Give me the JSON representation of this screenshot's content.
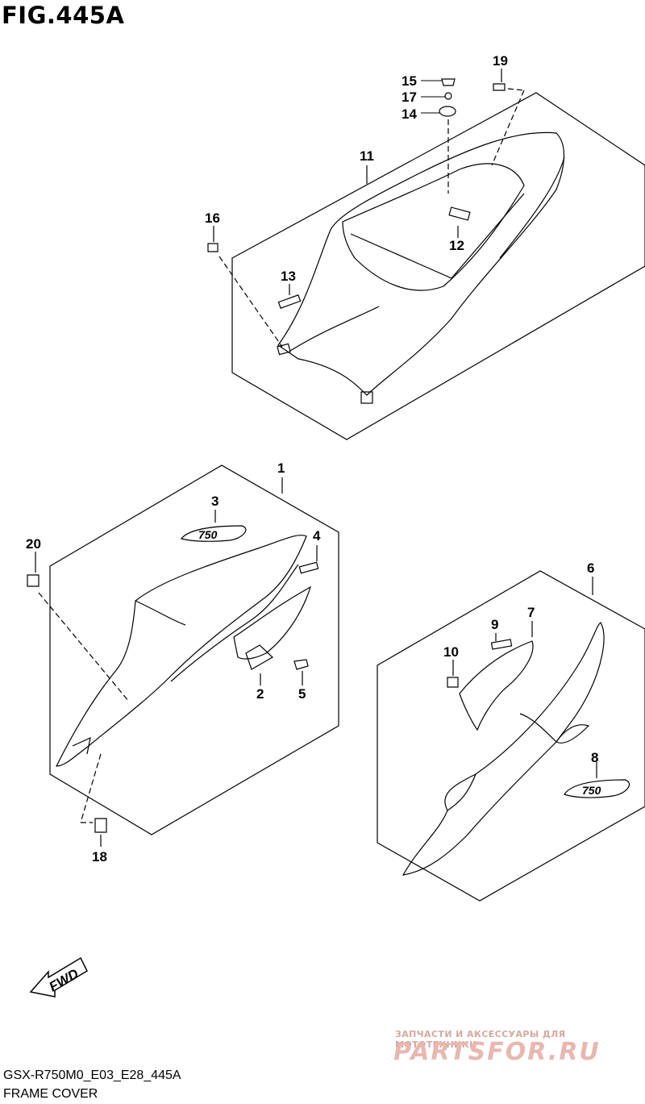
{
  "figure": {
    "title": "FIG.445A",
    "code": "GSX-R750M0_E03_E28_445A",
    "subtitle": "FRAME COVER"
  },
  "callouts": [
    "1",
    "2",
    "3",
    "4",
    "5",
    "6",
    "7",
    "8",
    "9",
    "10",
    "11",
    "12",
    "13",
    "14",
    "15",
    "16",
    "17",
    "18",
    "19",
    "20"
  ],
  "fwd_label": "FWD",
  "emblem_text": "750",
  "watermark": {
    "line1": "ЗАПЧАСТИ И АКСЕССУАРЫ ДЛЯ МОТОТЕХНИКИ",
    "line2": "PARTSFOR.RU"
  }
}
